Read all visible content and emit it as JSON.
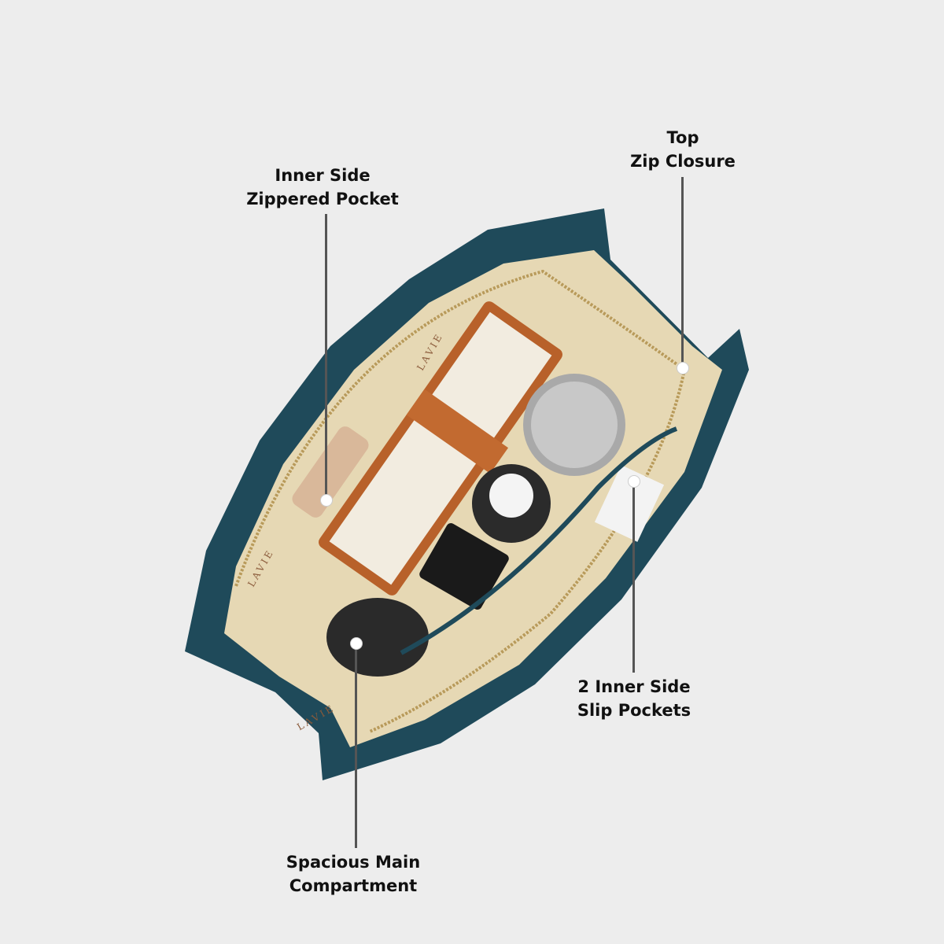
{
  "colors": {
    "background": "#ededed",
    "bag_outer": "#1f4a5a",
    "bag_lining": "#e6d8b4",
    "leader_line": "#555555"
  },
  "callouts": [
    {
      "line1": "Inner Side",
      "line2": "Zippered Pocket"
    },
    {
      "line1": "Top",
      "line2": "Zip Closure"
    },
    {
      "line1": "2 Inner Side",
      "line2": "Slip Pockets"
    },
    {
      "line1": "Spacious Main",
      "line2": "Compartment"
    }
  ],
  "brand_print": "LAVIE"
}
